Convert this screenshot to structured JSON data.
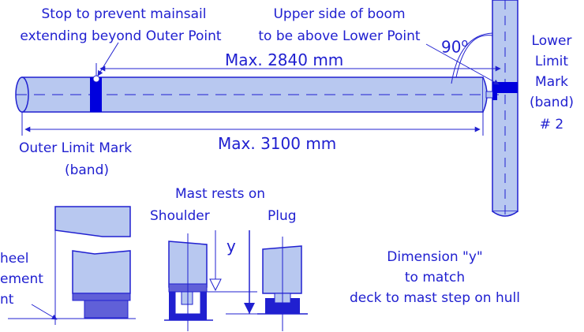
{
  "labels": {
    "stop_line1": "Stop to prevent mainsail",
    "stop_line2": "extending beyond Outer Point",
    "upper_line1": "Upper side of boom",
    "upper_line2": "to be above Lower Point",
    "angle": "90",
    "angle_deg": "o",
    "lower1": "Lower",
    "lower2": "Limit",
    "lower3": "Mark",
    "lower4": "(band)",
    "lower5": "# 2",
    "max_2840": "Max. 2840 mm",
    "max_3100": "Max. 3100 mm",
    "outer_line1": "Outer  Limit  Mark",
    "outer_line2": "(band)",
    "mast_rests": "Mast rests on",
    "shoulder": "Shoulder",
    "plug": "Plug",
    "y": "y",
    "dim_line1": "Dimension \"y\"",
    "dim_line2": "to match",
    "dim_line3": "deck to mast step on hull",
    "heel_line1": "heel",
    "heel_line2": "ement",
    "heel_line3": "nt"
  },
  "colors": {
    "ink": "#2020d0",
    "fill": "#b8c8f0",
    "band": "#0000dd"
  }
}
